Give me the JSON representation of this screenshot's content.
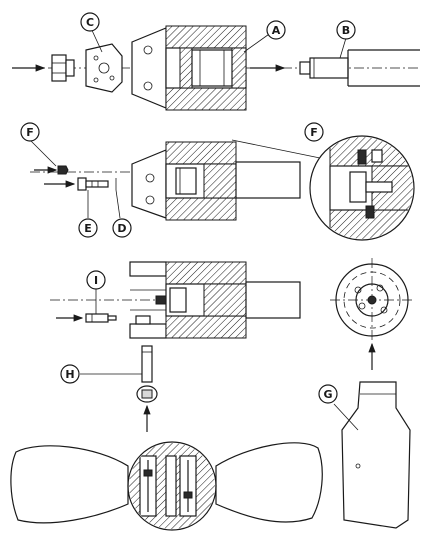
{
  "callouts": {
    "a": "A",
    "b": "B",
    "c": "C",
    "d": "D",
    "e": "E",
    "f1": "F",
    "f2": "F",
    "g": "G",
    "h": "H",
    "i": "I"
  }
}
